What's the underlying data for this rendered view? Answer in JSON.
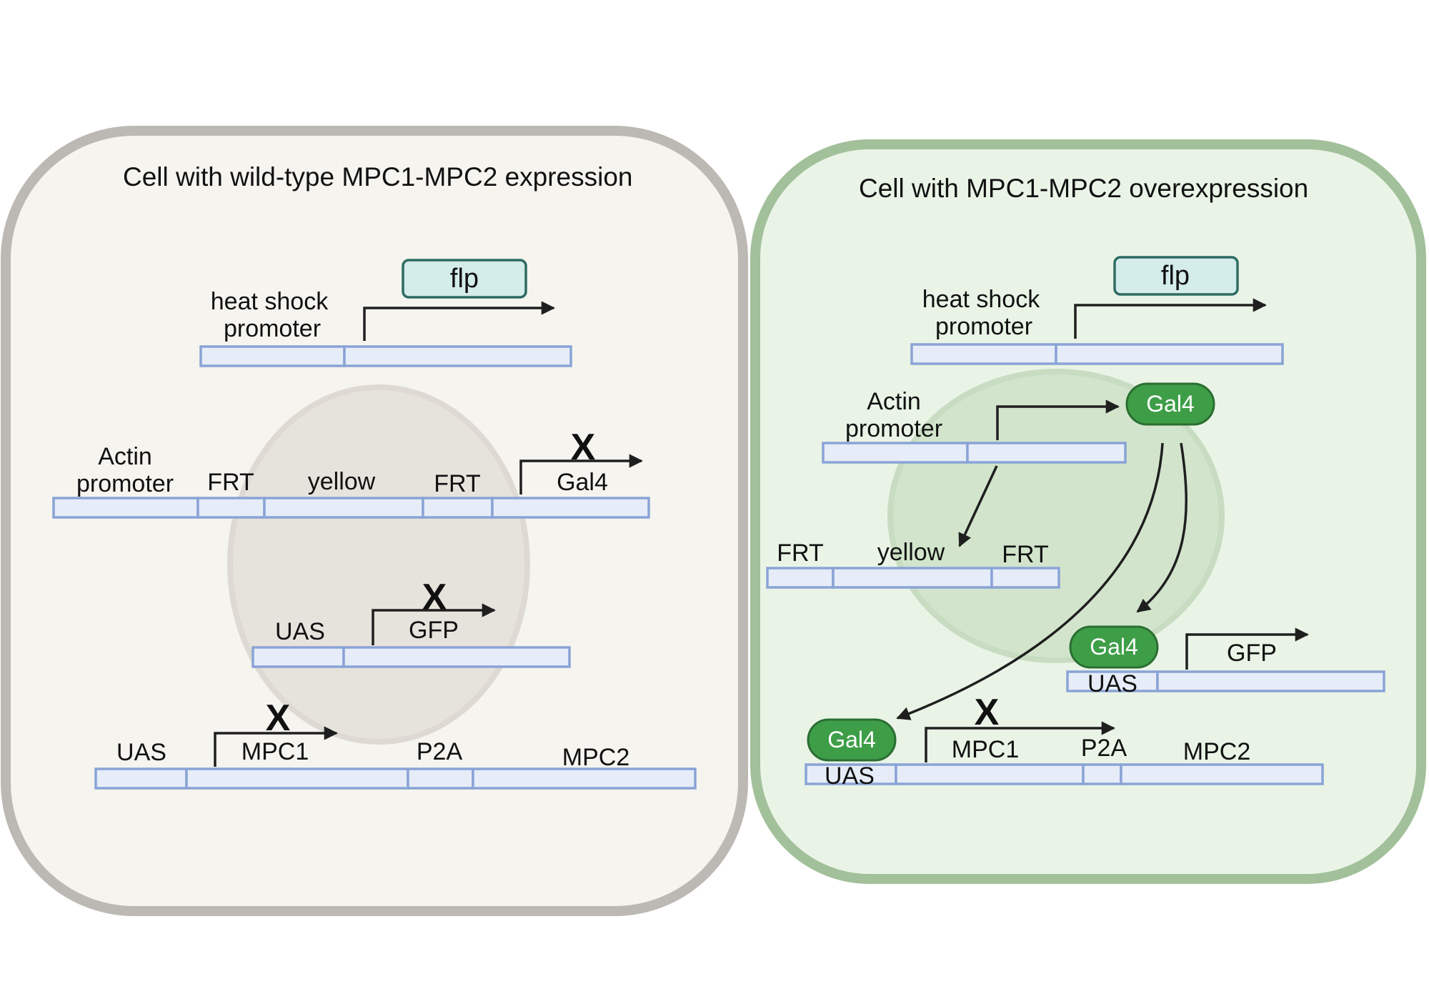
{
  "left_cell": {
    "title": "Cell with wild-type MPC1-MPC2 expression",
    "heat_shock_label_line1": "heat shock",
    "heat_shock_label_line2": "promoter",
    "flp": "flp",
    "actin_label_line1": "Actin",
    "actin_label_line2": "promoter",
    "frt1": "FRT",
    "yellow": "yellow",
    "frt2": "FRT",
    "gal4": "Gal4",
    "uas1": "UAS",
    "gfp": "GFP",
    "uas2": "UAS",
    "mpc1": "MPC1",
    "p2a": "P2A",
    "mpc2": "MPC2",
    "blocked_mark": "X"
  },
  "right_cell": {
    "title": "Cell with MPC1-MPC2 overexpression",
    "heat_shock_label_line1": "heat shock",
    "heat_shock_label_line2": "promoter",
    "flp": "flp",
    "actin_label_line1": "Actin",
    "actin_label_line2": "promoter",
    "gal4_protein": "Gal4",
    "frt1": "FRT",
    "yellow": "yellow",
    "frt2": "FRT",
    "gal4_bound_1": "Gal4",
    "uas1": "UAS",
    "gfp": "GFP",
    "gal4_bound_2": "Gal4",
    "uas2": "UAS",
    "mpc1": "MPC1",
    "p2a": "P2A",
    "mpc2": "MPC2",
    "blocked_mark": "X"
  },
  "colors": {
    "left_cell_fill": "#f5f4ef",
    "left_cell_border": "#bcb8b3",
    "left_nucleus": "#e6e3dd",
    "right_cell_fill": "#e9f4e6",
    "right_cell_border": "#a2c09a",
    "right_nucleus": "#d2e5cc",
    "dna_segment_fill": "#e6edf8",
    "dna_segment_border": "#8aa3d6",
    "flp_fill": "#d4ecea",
    "flp_border": "#2e6b63",
    "gal4_fill": "#3e9e48",
    "gal4_border": "#2b6e31"
  }
}
